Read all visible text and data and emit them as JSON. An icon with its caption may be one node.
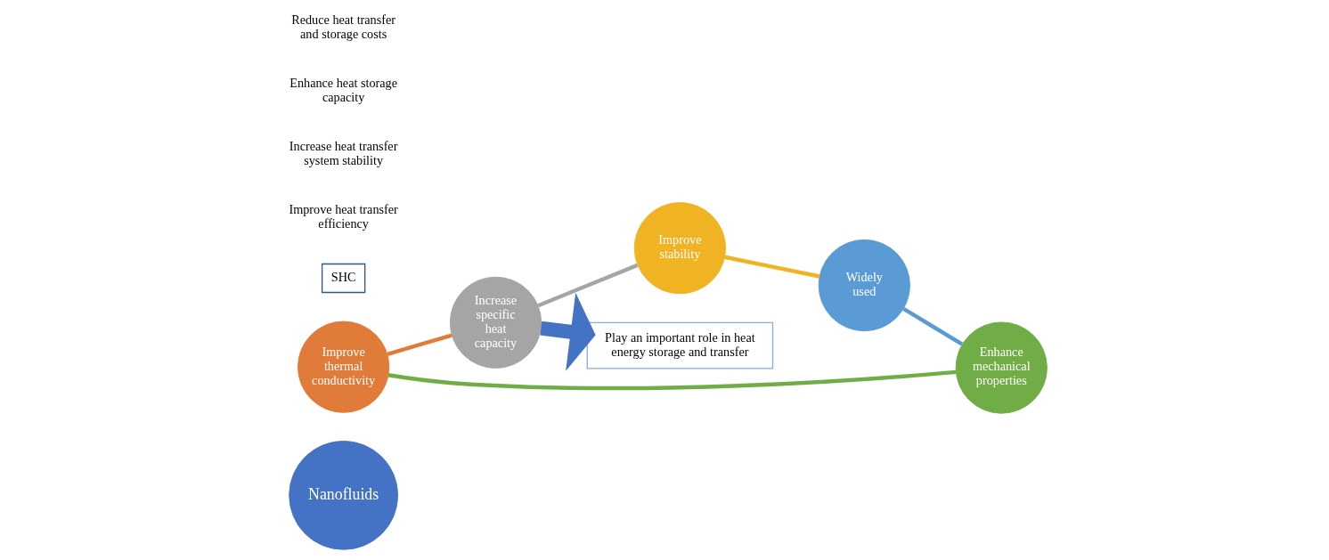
{
  "diagram": {
    "nodes": [
      {
        "text": [
          "Nanofluids"
        ]
      },
      {
        "text": [
          "Improve thermal conductivity"
        ]
      },
      {
        "text": [
          "Increase specific heat capacity"
        ]
      },
      {
        "text": [
          "Improve stability"
        ]
      },
      {
        "text": [
          "Widely used"
        ]
      },
      {
        "text": [
          "Enhance mechanical properties"
        ]
      },
      {
        "text": [
          "SHC"
        ]
      },
      {
        "text": [
          "Play an important role in heat energy storage and transfer"
        ]
      }
    ],
    "edges": [
      {
        "from": 1,
        "to": 2,
        "arrow": "none",
        "color": "#e07b39"
      },
      {
        "from": 2,
        "to": 3,
        "arrow": "none",
        "color": "#a5a5a5"
      },
      {
        "from": 3,
        "to": 4,
        "arrow": "none",
        "color": "#f0b323"
      },
      {
        "from": 4,
        "to": 5,
        "arrow": "none",
        "color": "#5b9bd5"
      },
      {
        "from": 5,
        "to": 1,
        "arrow": "none",
        "color": "#70ad47"
      },
      {
        "from": 2,
        "to": 7,
        "arrow": "to",
        "style": "thick",
        "color": "#4472c4"
      }
    ],
    "labels": [
      "Improve heat transfer efficiency",
      "Increase heat transfer system stability",
      "Enhance heat storage capacity",
      "Reduce heat transfer and storage costs"
    ]
  }
}
